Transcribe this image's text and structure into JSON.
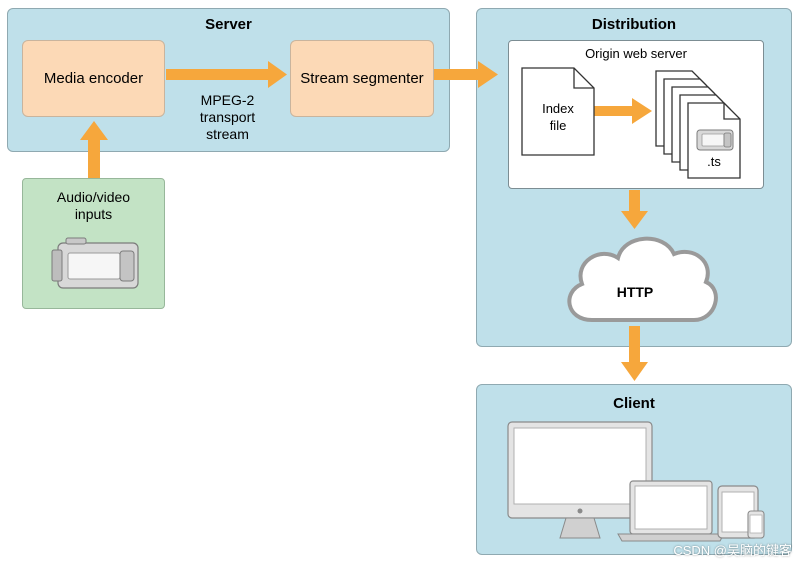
{
  "server": {
    "title": "Server",
    "media_encoder": "Media encoder",
    "stream_segmenter": "Stream segmenter",
    "transport_label_line1": "MPEG-2",
    "transport_label_line2": "transport",
    "transport_label_line3": "stream"
  },
  "inputs": {
    "label_line1": "Audio/video",
    "label_line2": "inputs",
    "icon": "video-camera-icon"
  },
  "distribution": {
    "title": "Distribution",
    "origin_server": "Origin web server",
    "index_file_line1": "Index",
    "index_file_line2": "file",
    "ts_label": ".ts",
    "http_label": "HTTP"
  },
  "client": {
    "title": "Client",
    "devices": [
      "desktop-monitor-icon",
      "laptop-icon",
      "tablet-icon",
      "phone-icon"
    ]
  },
  "watermark": "CSDN @吴脑的键客",
  "colors": {
    "panel_blue": "#bfe0ea",
    "box_orange": "#fcd9b6",
    "box_green": "#c3e3c5",
    "arrow_orange": "#f6a73c"
  }
}
